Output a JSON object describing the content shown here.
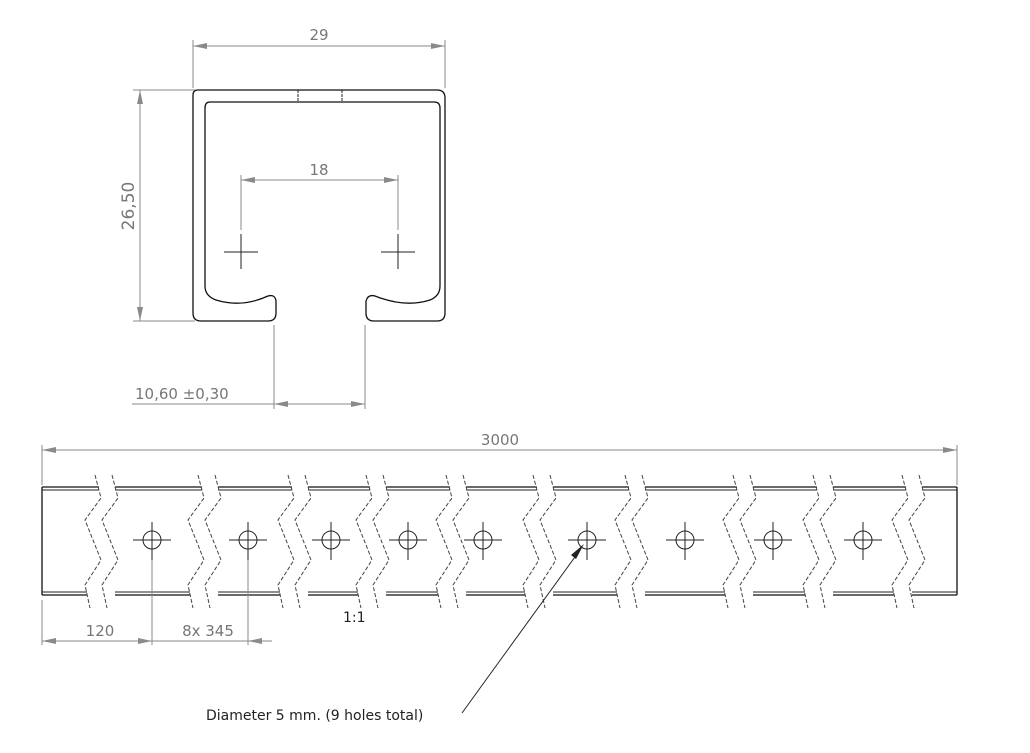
{
  "profile": {
    "width_dim": "29",
    "height_dim": "26,50",
    "hole_spacing_dim": "18",
    "slot_dim": "10,60 ±0,30"
  },
  "rail": {
    "length_dim": "3000",
    "first_hole_dim": "120",
    "pitch_dim": "8x 345",
    "scale_label": "1:1",
    "hole_count": 9,
    "hole_note": "Diameter 5 mm. (9 holes total)"
  }
}
